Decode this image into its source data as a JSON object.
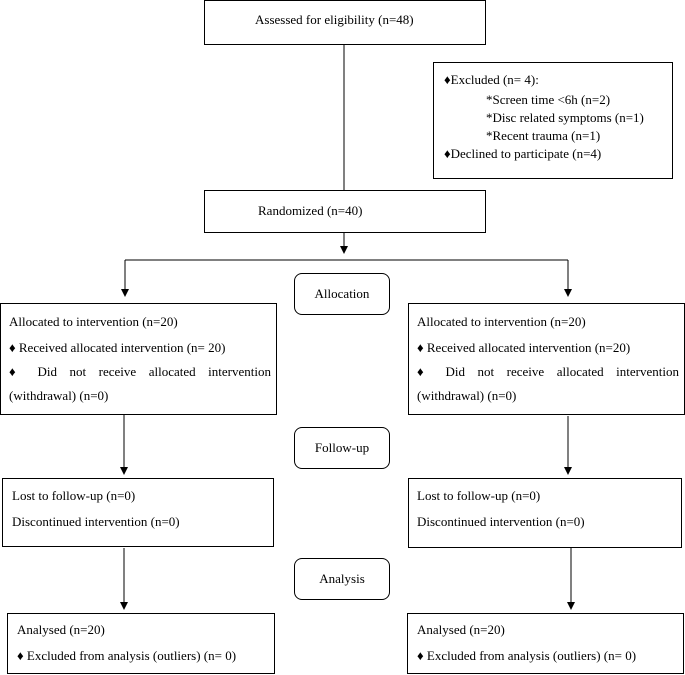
{
  "enrollment": {
    "assessed": "Assessed for eligibility (n=48)",
    "excluded_header": "♦Excluded (n= 4):",
    "excluded_reasons": [
      "*Screen time <6h (n=2)",
      "*Disc related symptoms (n=1)",
      "*Recent trauma (n=1)"
    ],
    "declined": "♦Declined to participate (n=4)",
    "randomized": "Randomized (n=40)"
  },
  "stages": {
    "allocation": "Allocation",
    "followup": "Follow-up",
    "analysis": "Analysis"
  },
  "left": {
    "allocated": "Allocated to intervention (n=20)",
    "received": "♦  Received allocated intervention (n= 20)",
    "not_received": "♦  Did not receive allocated intervention (withdrawal) (n=0)",
    "lost": "Lost to follow-up (n=0)",
    "discontinued": "Discontinued intervention (n=0)",
    "analysed": "Analysed (n=20)",
    "excluded_analysis": "♦  Excluded from analysis (outliers) (n= 0)"
  },
  "right": {
    "allocated": "Allocated to intervention (n=20)",
    "received": "♦  Received allocated intervention (n=20)",
    "not_received": "♦  Did not receive allocated intervention (withdrawal) (n=0)",
    "lost": "Lost to follow-up (n=0)",
    "discontinued": "Discontinued intervention (n=0)",
    "analysed": "Analysed (n=20)",
    "excluded_analysis": "♦  Excluded from analysis (outliers) (n= 0)"
  }
}
